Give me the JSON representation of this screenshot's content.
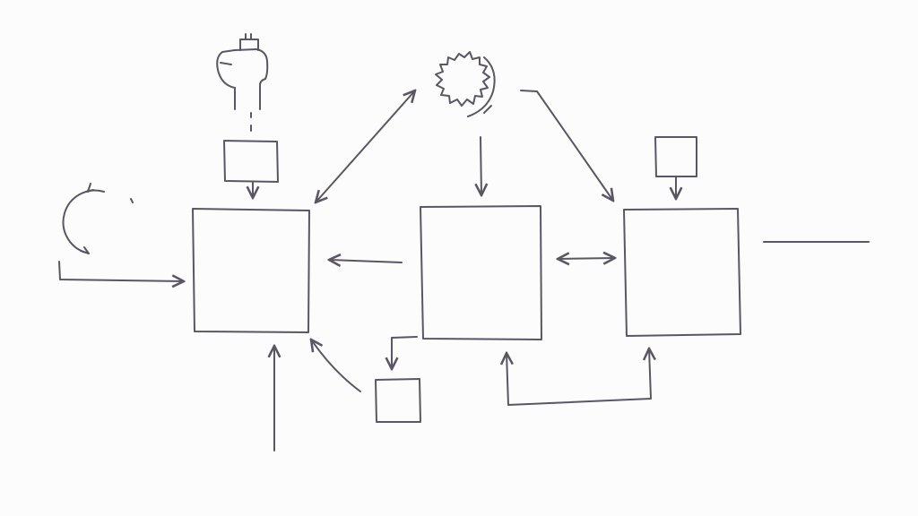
{
  "diagram": {
    "background_color": "#fcfcfc",
    "stroke_color": "#5b5663",
    "icons": [
      "head-with-device-icon",
      "gear-icon",
      "cycle-icon"
    ],
    "boxes": [
      "main-box-left",
      "main-box-center",
      "main-box-right",
      "small-box-top-left",
      "small-box-top-right",
      "small-box-bottom"
    ]
  }
}
